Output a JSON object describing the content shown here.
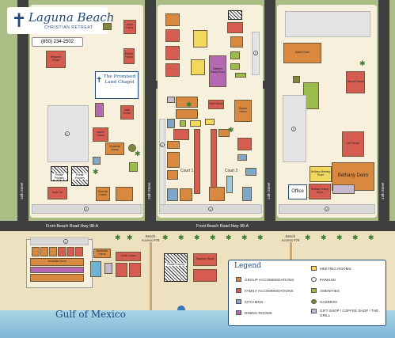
{
  "logo": {
    "name": "Laguna Beach",
    "tagline": "CHRISTIAN RETREAT",
    "phone": "(850) 234-2502"
  },
  "roads": {
    "front_beach_road": "Front Beach Road  Hwy 98-A",
    "street_16th": "16th Street",
    "street_15th": "15th Street",
    "street_14th": "14th Street",
    "street_13th": "13th Street"
  },
  "labels": {
    "promised_land": "The Promised Land Chapel",
    "gulf": "Gulf of Mexico",
    "beach_access_79": "Beach Access #79",
    "beach_access_78": "Beach Access #78",
    "office": "Office",
    "court1": "Court 1",
    "court2": "Court 2",
    "bethany_dorm": "Bethany Dorm"
  },
  "buildings": {
    "benjamin": "Benjamin House",
    "jacob": "Jacob House",
    "ezekiel": "Ezekiel House",
    "noah": "Noah's House",
    "isaac": "Isaac House",
    "shulamite": "Shulamite House",
    "solomon": "Solomon House",
    "david_inn": "David Inn",
    "marthas": "Martha's Dining Room",
    "gideon": "Gideon House",
    "galilee": "Galilee Dorm",
    "hannah": "Hannah House",
    "levi": "Levi House",
    "bethany_meeting": "Bethany Meeting Room",
    "bethany_dining": "Bethany Dining Room",
    "jerusalem": "Jerusalem Dorm",
    "shannon": "Shannon House",
    "reds_bistro": "Red's Bistro",
    "jonah": "Jonah House",
    "nehemiah": "Nehemiah House",
    "private": "Private Property"
  },
  "legend": {
    "title": "Legend",
    "items": [
      {
        "label": "GROUP ACCOMMODATIONS",
        "color": "#d9893f"
      },
      {
        "label": "FAMILY ACCOMMODATIONS",
        "color": "#d65c52"
      },
      {
        "label": "KITCHENS",
        "color": "#7fa7c9"
      },
      {
        "label": "DINING ROOMS",
        "color": "#b46ab3"
      },
      {
        "label": "MEETING ROOMS",
        "color": "#f2d85c"
      },
      {
        "label": "PARKING",
        "color": "#ffffff"
      },
      {
        "label": "AMENITIES",
        "color": "#9cbb4d"
      },
      {
        "label": "GAZEBOS",
        "color": "#7a8a3a"
      },
      {
        "label": "GIFT SHOP / COFFEE SHOP / THE GRILL",
        "color": "#c7b9cf"
      }
    ]
  },
  "parking_symbol": "P"
}
